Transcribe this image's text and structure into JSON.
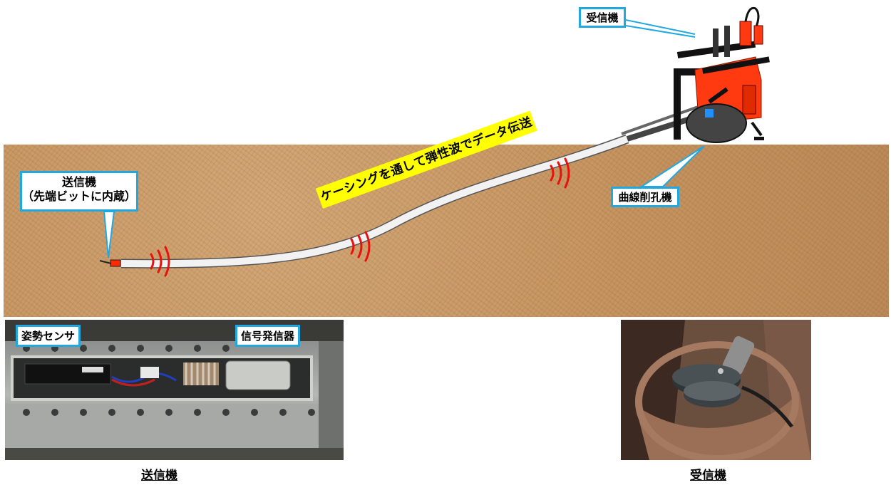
{
  "transmitter_callout": {
    "line1": "送信機",
    "line2": "（先端ビットに内蔵）"
  },
  "receiver_callout": "受信機",
  "drill_callout": "曲線削孔機",
  "data_transfer_banner": "ケーシングを通して弾性波でデータ伝送",
  "transmitter_photo": {
    "sensor_label": "姿勢センサ",
    "generator_label": "信号発信器",
    "caption": "送信機"
  },
  "receiver_photo": {
    "caption": "受信機"
  },
  "colors": {
    "callout_border": "#22a8e0",
    "banner_bg": "#ffff00",
    "drill_body": "#ff3a10",
    "wave": "#e8120c",
    "ground": "#c8965f"
  }
}
